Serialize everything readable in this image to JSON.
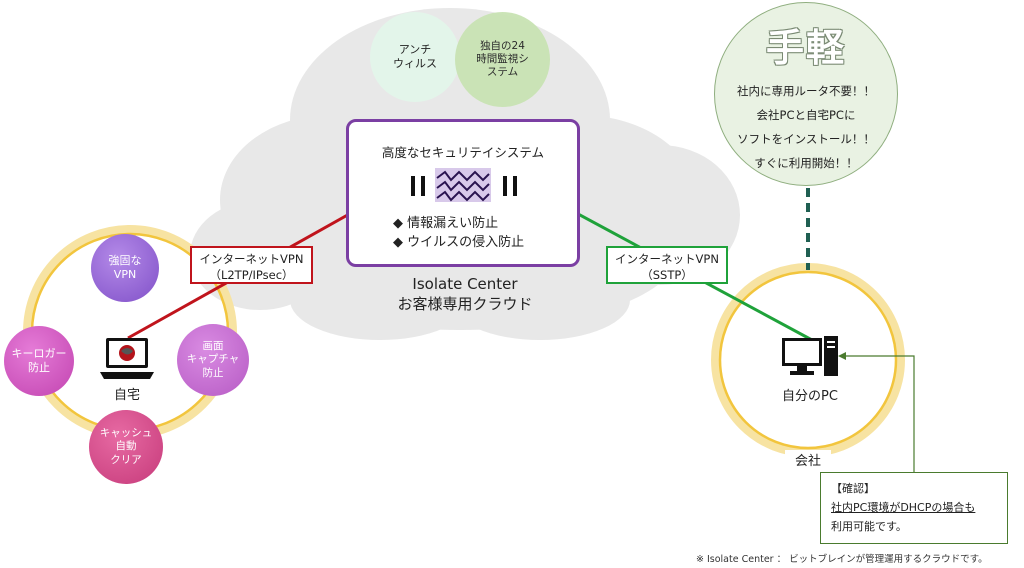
{
  "cloud": {
    "antivirus_label": "アンチ\nウィルス",
    "monitoring_label": "独自の24\n時間監視シ\nステム",
    "security_title": "高度なセキュリテイシステム",
    "bullets": [
      "◆ 情報漏えい防止",
      "◆ ウイルスの侵入防止"
    ],
    "center_name_line1": "Isolate Center",
    "center_name_line2": "お客様専用クラウド"
  },
  "vpn_left": {
    "line1": "インターネットVPN",
    "line2": "（L2TP/IPsec）"
  },
  "vpn_right": {
    "line1": "インターネットVPN",
    "line2": "（SSTP）"
  },
  "home": {
    "label": "自宅",
    "features": [
      "強固な\nVPN",
      "キーロガー\n防止",
      "画面\nキャプチャ\n防止",
      "キャッシュ\n自動\nクリア"
    ]
  },
  "office": {
    "pc_label": "自分のPC",
    "label": "会社"
  },
  "tegaru": {
    "title": "手軽",
    "lines": [
      "社内に専用ルータ不要！！",
      "会社PCと自宅PCに",
      "ソフトをインストール！！",
      "すぐに利用開始！！"
    ]
  },
  "note": {
    "title": "【確認】",
    "line1": "社内PC環境がDHCPの場合も",
    "line2": "利用可能です。"
  },
  "footnote": "※ Isolate Center ： ビットブレインが管理運用するクラウドです。",
  "colors": {
    "red_line": "#c0141c",
    "green_line": "#1fa23a",
    "purple_box": "#7b3fa3",
    "dark_teal": "#1f5f52",
    "cloud_gray": "#e6e6e6"
  }
}
